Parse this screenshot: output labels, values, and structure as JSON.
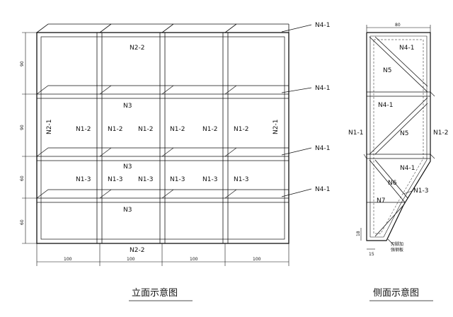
{
  "front_view": {
    "caption": "立面示意图",
    "callouts_right": [
      "N4-1",
      "N4-1",
      "N4-1",
      "N4-1"
    ],
    "top_beam": "N2-2",
    "bottom_beam": "N2-2",
    "mid_beam_label": "N3",
    "left_post": "N2-1",
    "right_post": "N2-1",
    "row_n1_2": [
      "N1-2",
      "N1-2",
      "N1-2",
      "N1-2",
      "N1-2",
      "N1-2"
    ],
    "row_n1_3": [
      "N1-3",
      "N1-3",
      "N1-3",
      "N1-3",
      "N1-3",
      "N1-3"
    ],
    "dims_height": [
      "90",
      "90",
      "60",
      "60"
    ],
    "dims_width": [
      "100",
      "100",
      "100",
      "100"
    ]
  },
  "side_view": {
    "caption": "侧面示意图",
    "top_dim": "80",
    "labels": {
      "n4_1_top": "N4-1",
      "n5_top": "N5",
      "n4_1_mid": "N4-1",
      "n5_mid": "N5",
      "n1_1": "N1-1",
      "n1_2": "N1-2",
      "n4_1_low": "N4-1",
      "n6": "N6",
      "n1_3": "N1-3",
      "n7": "N7"
    },
    "dim_bottom": "15",
    "dim_side": "18",
    "note_line1": "刃脚加",
    "note_line2": "强钢板"
  }
}
